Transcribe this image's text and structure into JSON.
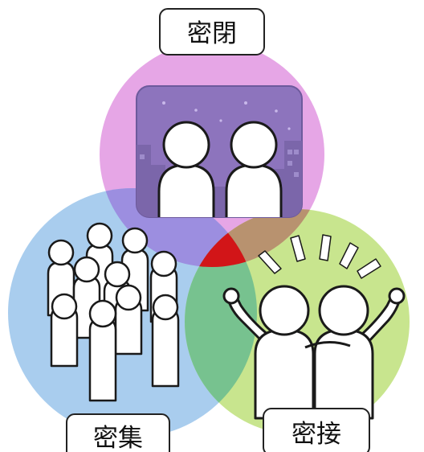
{
  "labels": {
    "top": "密閉",
    "left": "密集",
    "right": "密接"
  },
  "colors": {
    "pink_circle": "#e6a6e6",
    "blue_circle": "#a9cdee",
    "green_circle": "#c8e58e",
    "center_overlap": "#d21518",
    "room_bg": "#8d74bd",
    "figure_fill": "#ffffff",
    "figure_stroke": "#1a1a1a",
    "label_stroke": "#222222"
  }
}
